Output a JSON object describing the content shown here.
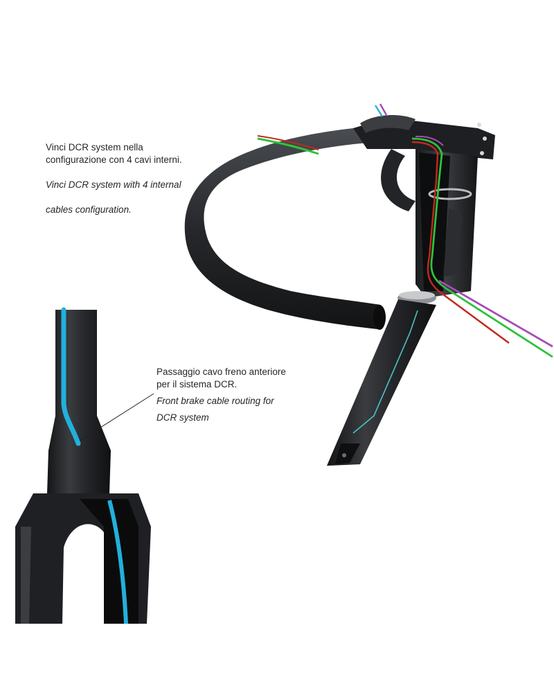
{
  "figure": {
    "type": "product cable-routing illustration",
    "subject": "Vinci DCR handlebar, stem and fork assembly"
  },
  "captions": {
    "top": {
      "italian_line1": "Vinci DCR system nella",
      "italian_line2": "configurazione con 4 cavi interni.",
      "english_line1": "Vinci DCR system with 4 internal",
      "english_line2": "cables configuration."
    },
    "fork": {
      "italian_line1": "Passaggio cavo freno anteriore",
      "italian_line2": "per il sistema DCR.",
      "english_line1": "Front brake cable routing for",
      "english_line2": "DCR system"
    }
  },
  "components": [
    "handlebar",
    "stem",
    "steerer",
    "fork",
    "headset-spacer",
    "leader-line"
  ],
  "cables": [
    {
      "name": "red-cable",
      "color": "#c0281e"
    },
    {
      "name": "green-cable",
      "color": "#2fc23a"
    },
    {
      "name": "purple-cable",
      "color": "#a64cb8"
    },
    {
      "name": "cyan-cable",
      "color": "#2cb4d8"
    }
  ],
  "colors": {
    "carbon_dark": "#1c1d1f",
    "carbon_mid": "#2e3033",
    "carbon_highlight": "#4a4d52",
    "fork_brake_cable": "#22b0dc",
    "background": "#ffffff"
  }
}
